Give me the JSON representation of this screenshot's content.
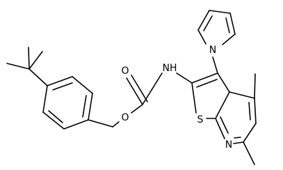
{
  "molecule": {
    "atoms": {
      "O_carbonyl": "O",
      "O_ester": "O",
      "NH": "NH",
      "N_pyrrole": "N",
      "S_ring": "S",
      "N_pyridine": "N"
    },
    "colors": {
      "bond": "#000000",
      "label": "#000000",
      "background": "#ffffff"
    }
  }
}
